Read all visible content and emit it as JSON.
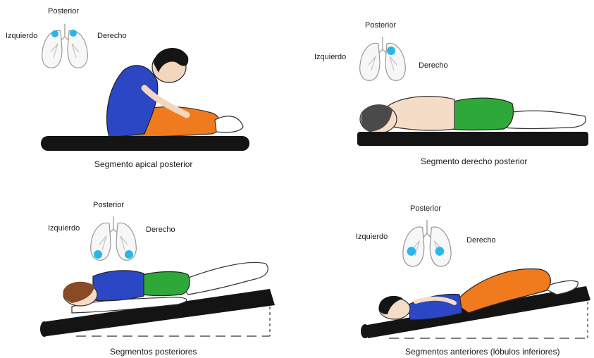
{
  "panels": [
    {
      "caption": "Segmento apical posterior",
      "labels": {
        "posterior": "Posterior",
        "izquierdo": "Izquierdo",
        "derecho": "Derecho"
      },
      "highlight_segments": [
        "left-apex",
        "right-apex"
      ]
    },
    {
      "caption": "Segmento derecho posterior",
      "labels": {
        "posterior": "Posterior",
        "izquierdo": "Izquierdo",
        "derecho": "Derecho"
      },
      "highlight_segments": [
        "right-upper"
      ]
    },
    {
      "caption": "Segmentos posteriores",
      "labels": {
        "posterior": "Posterior",
        "izquierdo": "Izquierdo",
        "derecho": "Derecho"
      },
      "highlight_segments": [
        "left-base",
        "right-base"
      ]
    },
    {
      "caption": "Segmentos anteriores (lóbulos inferiores)",
      "labels": {
        "posterior": "Posterior",
        "izquierdo": "Izquierdo",
        "derecho": "Derecho"
      },
      "highlight_segments": [
        "left-mid",
        "right-mid"
      ]
    }
  ],
  "colors": {
    "highlight": "#29b6e8",
    "shirt": "#2b47c4",
    "pants_orange": "#f07a1e",
    "shorts_green": "#2fa83a",
    "table": "#141414",
    "hair_dark": "#151515",
    "hair_brown": "#8a4a25"
  }
}
